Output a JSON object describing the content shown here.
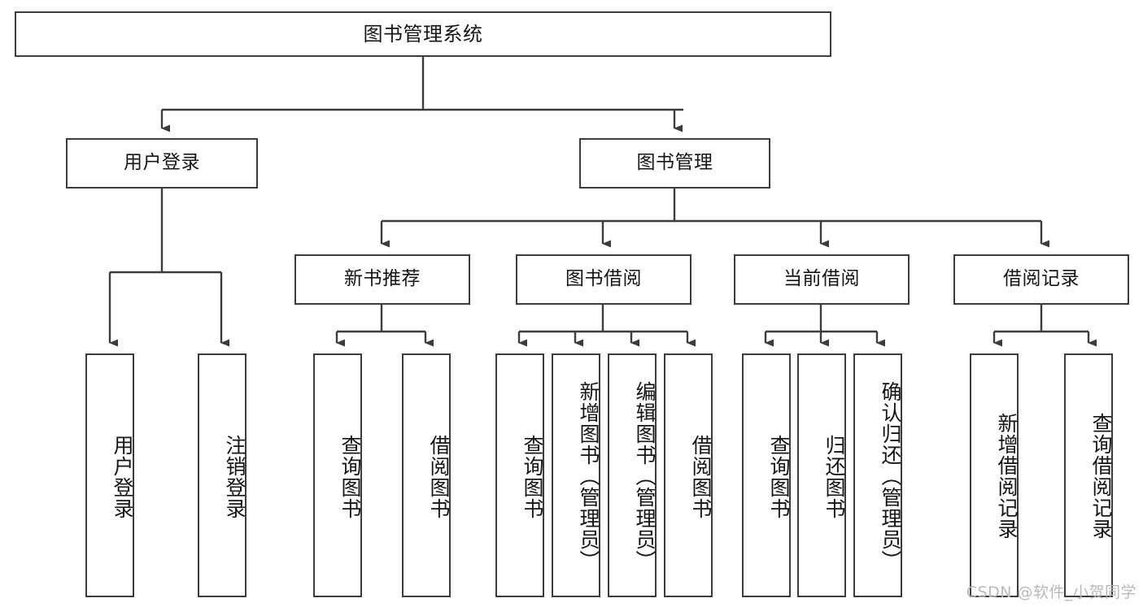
{
  "diagram": {
    "type": "tree-hierarchy-chart",
    "title": "图书管理系统",
    "root": {
      "label": "图书管理系统"
    },
    "level2": [
      {
        "id": "user-login",
        "label": "用户登录"
      },
      {
        "id": "book-manage",
        "label": "图书管理"
      }
    ],
    "level3": [
      {
        "id": "new-book-recommend",
        "label": "新书推荐"
      },
      {
        "id": "book-borrow",
        "label": "图书借阅"
      },
      {
        "id": "current-borrow",
        "label": "当前借阅"
      },
      {
        "id": "borrow-record",
        "label": "借阅记录"
      }
    ],
    "leaves": {
      "user_login": [
        {
          "id": "leaf-user-login",
          "label": "用户登录"
        },
        {
          "id": "leaf-logout-login",
          "label": "注销登录"
        }
      ],
      "new_book_recommend": [
        {
          "id": "leaf-query-book-1",
          "label": "查询图书"
        },
        {
          "id": "leaf-borrow-book-1",
          "label": "借阅图书"
        }
      ],
      "book_borrow": [
        {
          "id": "leaf-query-book-2",
          "label": "查询图书"
        },
        {
          "id": "leaf-add-book",
          "label": "新增图书（管理员）"
        },
        {
          "id": "leaf-edit-book",
          "label": "编辑图书（管理员）"
        },
        {
          "id": "leaf-borrow-book-2",
          "label": "借阅图书"
        }
      ],
      "current_borrow": [
        {
          "id": "leaf-query-book-3",
          "label": "查询图书"
        },
        {
          "id": "leaf-return-book",
          "label": "归还图书"
        },
        {
          "id": "leaf-confirm-return",
          "label": "确认归还（管理员）"
        }
      ],
      "borrow_record": [
        {
          "id": "leaf-add-record",
          "label": "新增借阅记录"
        },
        {
          "id": "leaf-query-record",
          "label": "查询借阅记录"
        }
      ]
    },
    "watermark": "CSDN @软件_小贺同学",
    "colors": {
      "border": "#3c3c3c",
      "text": "#151515",
      "background": "#ffffff",
      "watermark": "#b9b9b9"
    }
  }
}
